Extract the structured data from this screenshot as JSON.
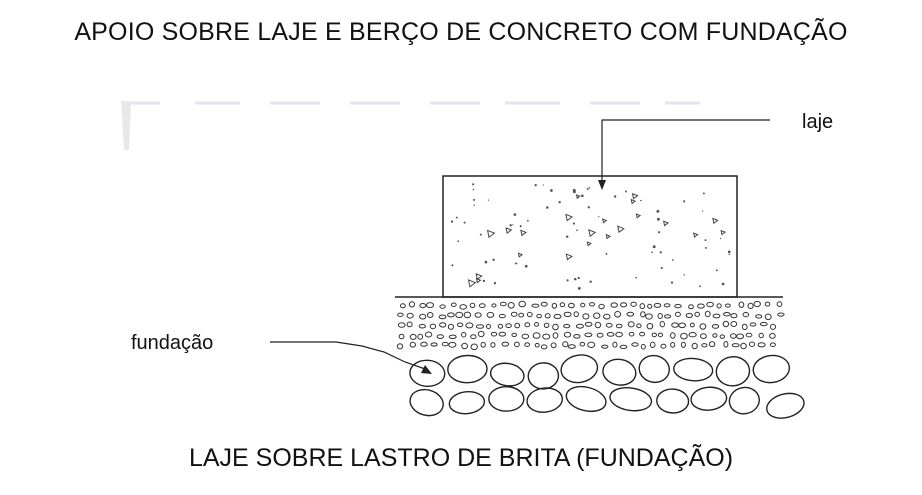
{
  "title": "APOIO SOBRE LAJE E BERÇO DE CONCRETO COM FUNDAÇÃO",
  "caption": "LAJE SOBRE LASTRO DE BRITA (FUNDAÇÃO)",
  "diagram": {
    "labels": {
      "slab": "laje",
      "foundation": "fundação"
    }
  }
}
